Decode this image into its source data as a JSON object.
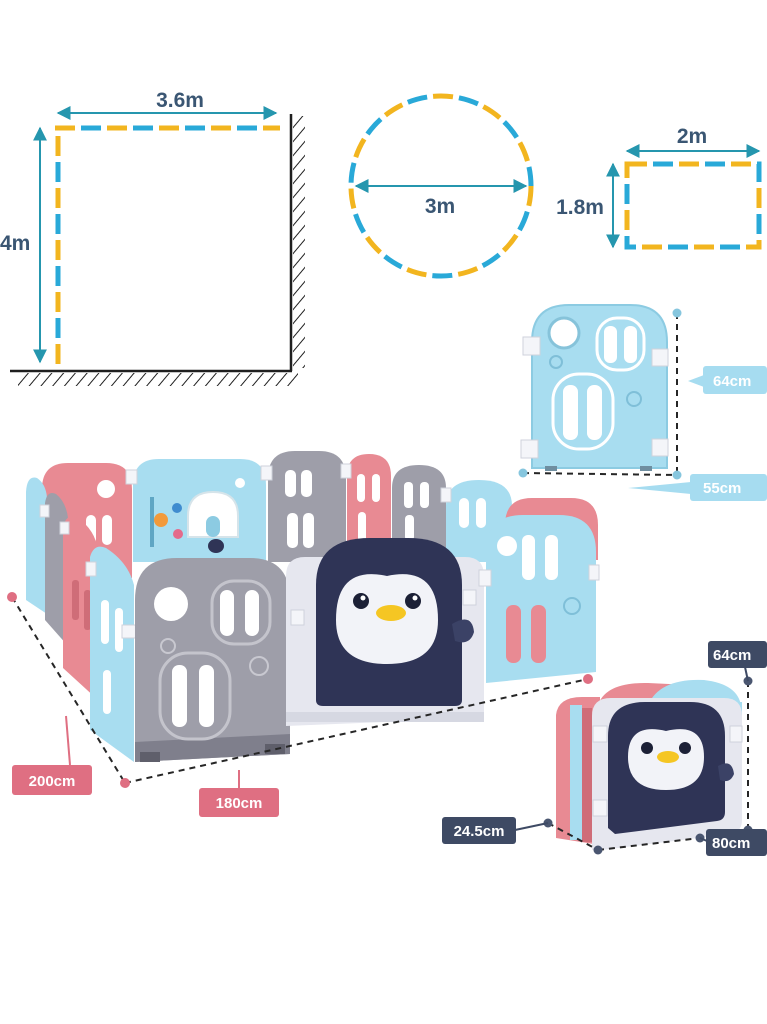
{
  "square_diagram": {
    "width_label": "3.6m",
    "height_label": "4m"
  },
  "circle_diagram": {
    "diameter_label": "3m"
  },
  "rectangle_diagram": {
    "width_label": "2m",
    "height_label": "1.8m"
  },
  "single_panel": {
    "height_label": "64cm",
    "width_label": "55cm"
  },
  "playpen": {
    "side_label": "200cm",
    "front_label": "180cm"
  },
  "folded_playpen": {
    "height_label": "64cm",
    "depth_label": "24.5cm",
    "width_label": "80cm"
  },
  "colors": {
    "dash_yellow": "#f2b51f",
    "dash_blue": "#29a9d8",
    "arrow": "#2596ae",
    "label_text": "#3a5673",
    "panel_blue": "#a8ddf0",
    "panel_blue_shade": "#8ccbe2",
    "panel_pink": "#e88a93",
    "panel_pink_shade": "#cf6d78",
    "panel_gray": "#9e9ea9",
    "panel_gray_shade": "#7f7f8c",
    "penguin_navy": "#2f3456",
    "door_frame": "#e6e7ef",
    "beak_yellow": "#f5c623",
    "tag_light_blue": "#a6dcf0",
    "tag_pink": "#df6f82",
    "tag_navy": "#3e4a64"
  }
}
